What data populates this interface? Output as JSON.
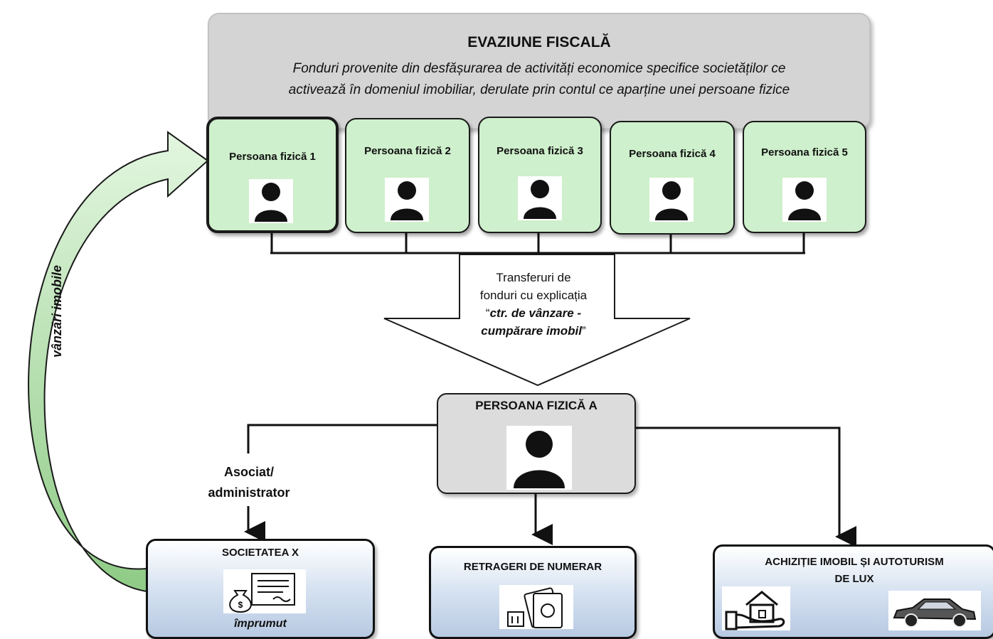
{
  "banner": {
    "title": "EVAZIUNE FISCALĂ",
    "subtitle_line1": "Fonduri provenite din desfășurarea de activități economice specifice societăților ce",
    "subtitle_line2": "activează în domeniul imobiliar, derulate prin contul ce aparține unei persoane fizice"
  },
  "persons": [
    {
      "label": "Persoana fizică 1"
    },
    {
      "label": "Persoana fizică 2"
    },
    {
      "label": "Persoana fizică 3"
    },
    {
      "label": "Persoana fizică 4"
    },
    {
      "label": "Persoana fizică 5"
    }
  ],
  "transfer": {
    "line1": "Transferuri de",
    "line2": "fonduri cu explicația",
    "quote_open": "“",
    "line3": "ctr. de vânzare -",
    "line4": "cumpărare imobil",
    "quote_close": "”"
  },
  "person_a": {
    "label": "PERSOANA FIZICĂ A"
  },
  "relation": {
    "line1": "Asociat/",
    "line2": "administrator"
  },
  "side_arrow": {
    "label": "vânzări imobile"
  },
  "destinations": {
    "company": {
      "title": "SOCIETATEA X",
      "caption": "împrumut",
      "icon": "money-bag-document-icon"
    },
    "cash": {
      "title": "RETRAGERI DE NUMERAR",
      "icon": "cash-withdrawal-icon"
    },
    "purchase": {
      "title_line1": "ACHIZIȚIE IMOBIL ȘI AUTOTURISM",
      "title_line2": "DE LUX",
      "icons": [
        "house-in-hand-icon",
        "car-icon"
      ]
    }
  },
  "colors": {
    "person_fill": "#cef0cc",
    "banner_fill": "#d4d4d4",
    "dest_fill": "#b7c9e2",
    "arrow_fill": "#a8d8a0"
  }
}
